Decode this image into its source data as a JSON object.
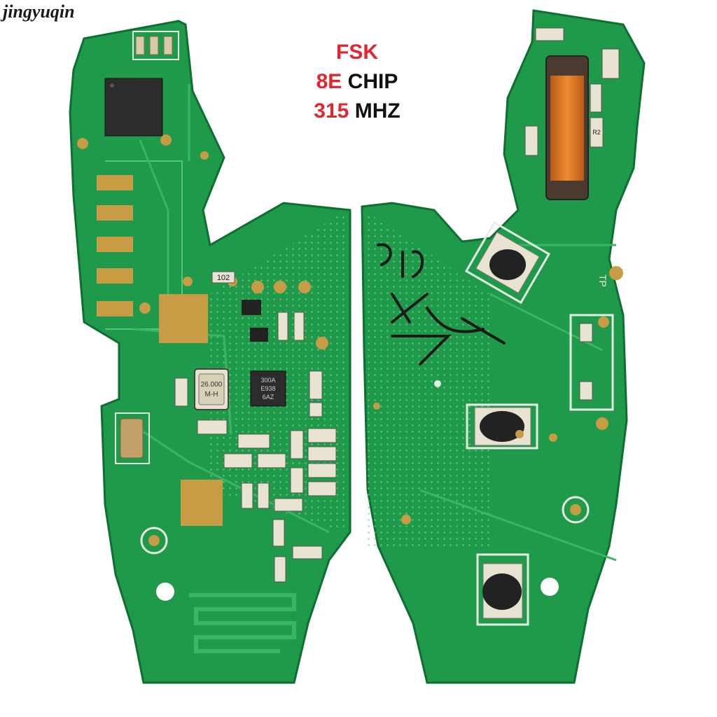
{
  "watermark": "jingyuqin",
  "spec": {
    "line1": {
      "red": "FSK",
      "black": ""
    },
    "line2": {
      "red": "8E",
      "black": "CHIP"
    },
    "line3": {
      "red": "315",
      "black": "MHZ"
    }
  },
  "board_left": {
    "resistor_label": "102",
    "crystal_label_1": "26.000",
    "crystal_label_2": "M-H",
    "ic_label_1": "300A",
    "ic_label_2": "E938",
    "ic_label_3": "6AZ"
  },
  "board_right": {
    "tp_label": "TP",
    "small_label": "R2",
    "handwriting": "C127 4"
  },
  "colors": {
    "pcb_green": "#1f9a4a",
    "pad_gold": "#c89b45",
    "spec_red": "#e2252f"
  }
}
